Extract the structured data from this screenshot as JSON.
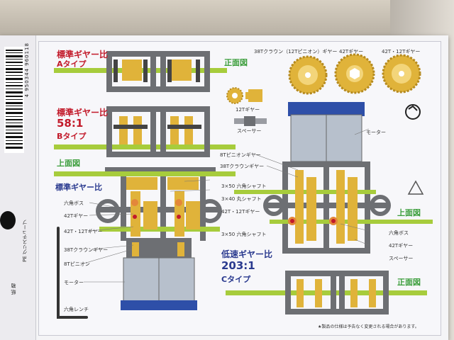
{
  "labels": {
    "std_ratio_a": "標準ギヤー比",
    "type_a": "Aタイプ",
    "front_view_1": "正面図",
    "std_ratio_b": "標準ギヤー比",
    "ratio_58": "58:1",
    "type_b": "Bタイプ",
    "top_view_left": "上面図",
    "std_ratio_c": "標準ギヤー比",
    "crown_pinion_gear": "38Tクラウン（12Tピニオン）ギヤー",
    "gear_42t": "42Tギヤー",
    "gear_42_12t_3": "42T・12Tギヤー",
    "gear_12t": "12Tギヤー",
    "spacer": "スペーサー",
    "motor": "モーター",
    "pinion_8t": "8Tピニオンギヤー",
    "crown_38t": "38Tクラウンギヤー",
    "shaft_3x50": "3×50 六角シャフト",
    "shaft_3x40": "3×40 丸シャフト",
    "gear_42_12t": "42T・12Tギヤー",
    "shaft_3x50_b": "3×50 六角シャフト",
    "hex_boss_l": "六角ボス",
    "gear_42t_l": "42Tギヤー",
    "gear_42_12t_l": "42T・12Tギヤー",
    "crown_38t_l": "38Tクラウンギヤー",
    "pinion_8t_l": "8Tピニオン",
    "motor_l": "モーター",
    "hex_wrench": "六角レンチ",
    "top_view_right": "上面図",
    "hex_boss_r": "六角ボス",
    "gear_42t_r": "42Tギヤー",
    "spacer_r": "スペーサー",
    "low_ratio": "低速ギヤー比",
    "ratio_203": "203:1",
    "type_c": "Cタイプ",
    "front_view_2": "正面図",
    "footnote": "★製品の仕様は予告なく変更される場合があります。",
    "barcode_number": "4 950344 960118",
    "side_text_1": "PE グリスチューブ",
    "side_text_2": "紙 箱"
  },
  "colors": {
    "gear": "#e0b33a",
    "shaft": "#a7cc3c",
    "frame": "#6d6f73",
    "motor": "#b7c0cc",
    "motor_cap": "#2e4fa8",
    "red": "#c21a2a",
    "green": "#3a9d3a",
    "navy": "#2a3a8f"
  }
}
